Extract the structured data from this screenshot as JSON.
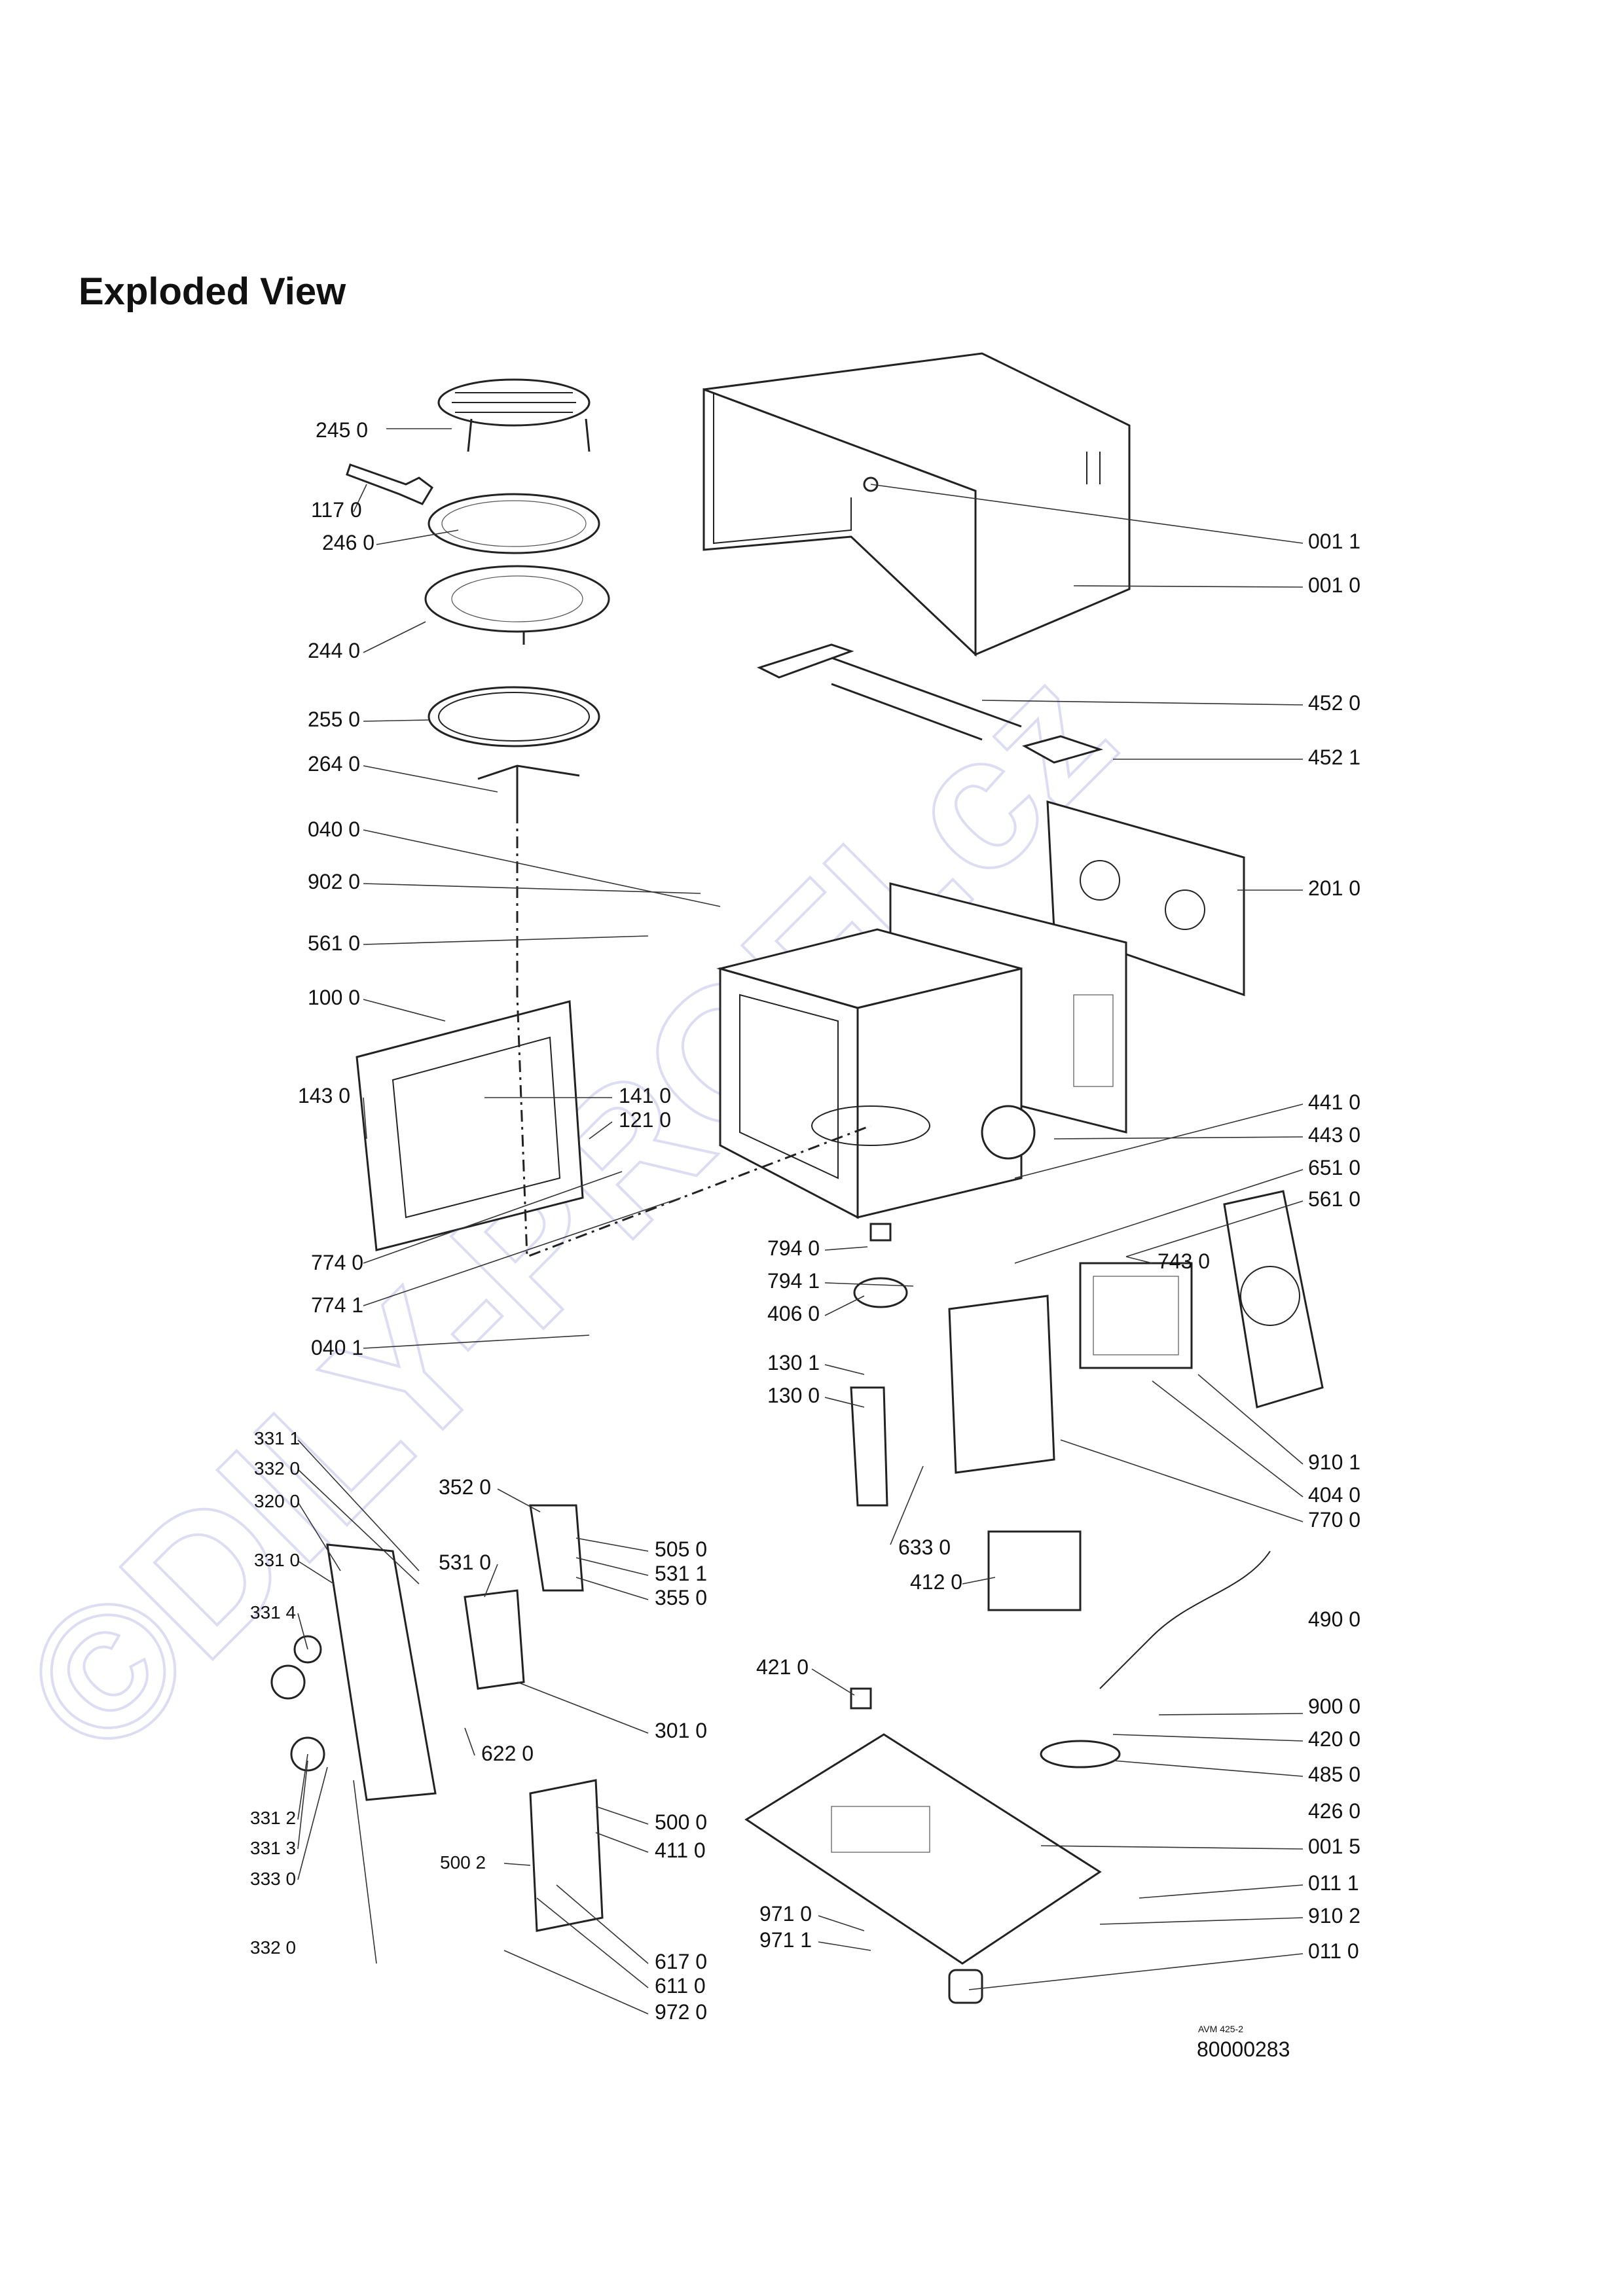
{
  "title": "Exploded View",
  "watermark": "©DILY-PROFI.cz",
  "drawing_code": "AVM 425-2",
  "part_number": "80000283",
  "labels": [
    {
      "text": "245  0"
    },
    {
      "text": "117 0"
    },
    {
      "text": "246 0"
    },
    {
      "text": "244 0"
    },
    {
      "text": "255 0"
    },
    {
      "text": "264 0"
    },
    {
      "text": "040 0"
    },
    {
      "text": "902 0"
    },
    {
      "text": "561 0"
    },
    {
      "text": "100 0"
    },
    {
      "text": "143 0"
    },
    {
      "text": "141 0"
    },
    {
      "text": "121 0"
    },
    {
      "text": "774 0"
    },
    {
      "text": "774 1"
    },
    {
      "text": "040 1"
    },
    {
      "text": "001 1"
    },
    {
      "text": "001 0"
    },
    {
      "text": "452 0"
    },
    {
      "text": "452 1"
    },
    {
      "text": "201 0"
    },
    {
      "text": "441 0"
    },
    {
      "text": "443 0"
    },
    {
      "text": "651 0"
    },
    {
      "text": "561 0"
    },
    {
      "text": "743 0"
    },
    {
      "text": "794 0"
    },
    {
      "text": "794 1"
    },
    {
      "text": "406 0"
    },
    {
      "text": "130 1"
    },
    {
      "text": "130 0"
    },
    {
      "text": "910 1"
    },
    {
      "text": "404 0"
    },
    {
      "text": "770 0"
    },
    {
      "text": "633 0"
    },
    {
      "text": "412 0"
    },
    {
      "text": "490 0"
    },
    {
      "text": "421 0"
    },
    {
      "text": "900 0"
    },
    {
      "text": "420 0"
    },
    {
      "text": "485 0"
    },
    {
      "text": "426 0"
    },
    {
      "text": "001 5"
    },
    {
      "text": "011 1"
    },
    {
      "text": "910 2"
    },
    {
      "text": "011 0"
    },
    {
      "text": "971 0"
    },
    {
      "text": "971 1"
    },
    {
      "text": "331 1"
    },
    {
      "text": "332 0"
    },
    {
      "text": "320 0"
    },
    {
      "text": "331 0"
    },
    {
      "text": "331 4"
    },
    {
      "text": "331 2"
    },
    {
      "text": "331 3"
    },
    {
      "text": "333 0"
    },
    {
      "text": "332 0"
    },
    {
      "text": "352 0"
    },
    {
      "text": "531 0"
    },
    {
      "text": "505 0"
    },
    {
      "text": "531 1"
    },
    {
      "text": "355 0"
    },
    {
      "text": "301 0"
    },
    {
      "text": "622 0"
    },
    {
      "text": "500 0"
    },
    {
      "text": "411 0"
    },
    {
      "text": "500 2"
    },
    {
      "text": "617 0"
    },
    {
      "text": "611 0"
    },
    {
      "text": "972 0"
    }
  ]
}
